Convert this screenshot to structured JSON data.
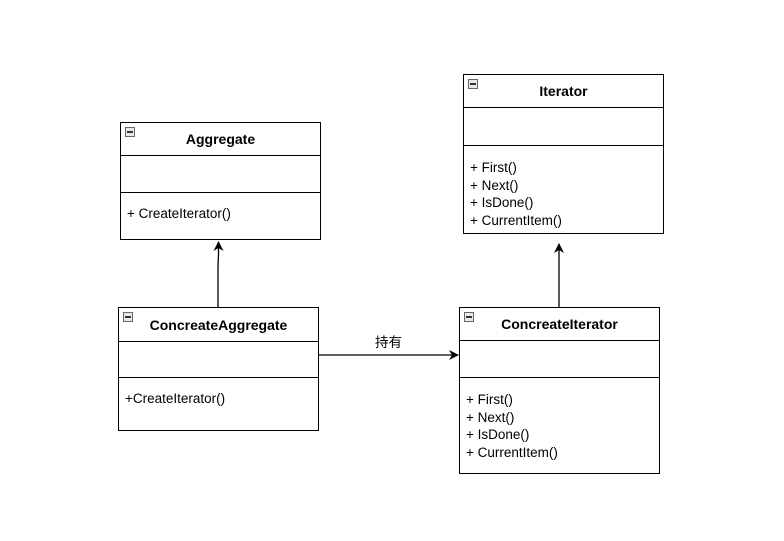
{
  "classes": {
    "aggregate": {
      "name": "Aggregate",
      "methods": [
        "+ CreateIterator()"
      ]
    },
    "iterator": {
      "name": "Iterator",
      "methods": [
        "+ First()",
        "+ Next()",
        "+ IsDone()",
        "+ CurrentItem()"
      ]
    },
    "concrete_aggregate": {
      "name": "ConcreateAggregate",
      "methods": [
        "+CreateIterator()"
      ]
    },
    "concrete_iterator": {
      "name": "ConcreateIterator",
      "methods": [
        "+ First()",
        "+ Next()",
        "+ IsDone()",
        "+ CurrentItem()"
      ]
    }
  },
  "relations": {
    "association_label": "持有"
  }
}
